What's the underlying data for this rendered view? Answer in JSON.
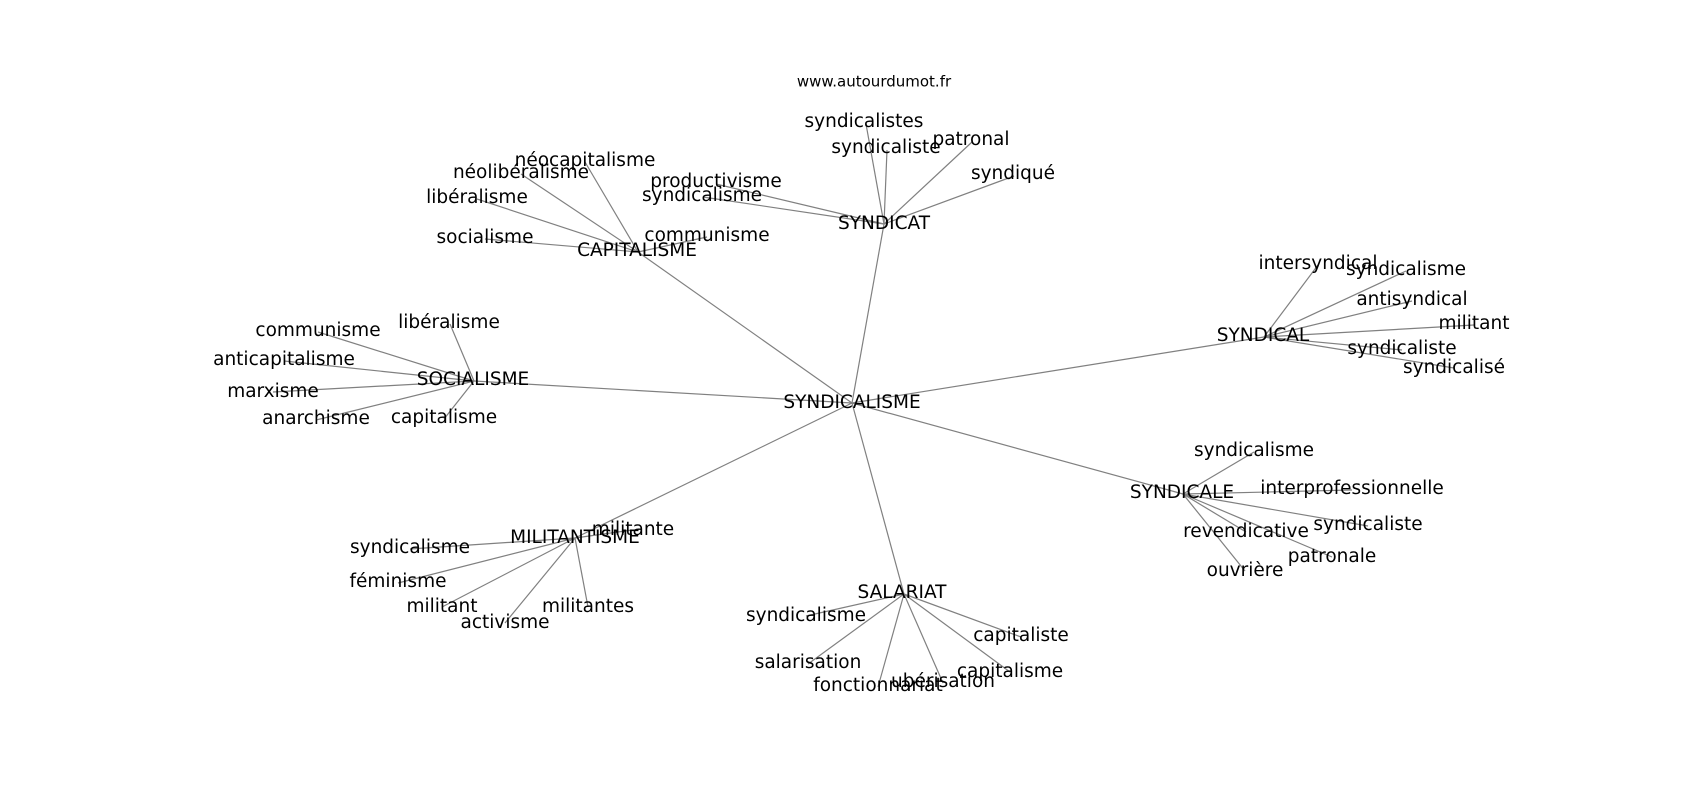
{
  "source": "www.autourdumot.fr",
  "center": "SYNDICALISME",
  "groups": {
    "syndicat": {
      "label": "SYNDICAT",
      "children": [
        "syndicalistes",
        "syndicaliste",
        "patronal",
        "syndiqué",
        "productivisme",
        "syndicalisme"
      ]
    },
    "capitalisme": {
      "label": "CAPITALISME",
      "children": [
        "néocapitalisme",
        "néolibéralisme",
        "libéralisme",
        "socialisme",
        "communisme"
      ]
    },
    "socialisme": {
      "label": "SOCIALISME",
      "children": [
        "libéralisme",
        "communisme",
        "anticapitalisme",
        "marxisme",
        "anarchisme",
        "capitalisme"
      ]
    },
    "syndical": {
      "label": "SYNDICAL",
      "children": [
        "intersyndical",
        "syndicalisme",
        "antisyndical",
        "militant",
        "syndicaliste",
        "syndicalisé"
      ]
    },
    "syndicale": {
      "label": "SYNDICALE",
      "children": [
        "syndicalisme",
        "interprofessionnelle",
        "syndicaliste",
        "revendicative",
        "patronale",
        "ouvrière"
      ]
    },
    "militantisme": {
      "label": "MILITANTISME",
      "children": [
        "militante",
        "syndicalisme",
        "féminisme",
        "militant",
        "activisme",
        "militantes"
      ]
    },
    "salariat": {
      "label": "SALARIAT",
      "children": [
        "syndicalisme",
        "capitaliste",
        "salarisation",
        "capitalisme",
        "ubérisation",
        "fonctionnariat"
      ]
    }
  }
}
